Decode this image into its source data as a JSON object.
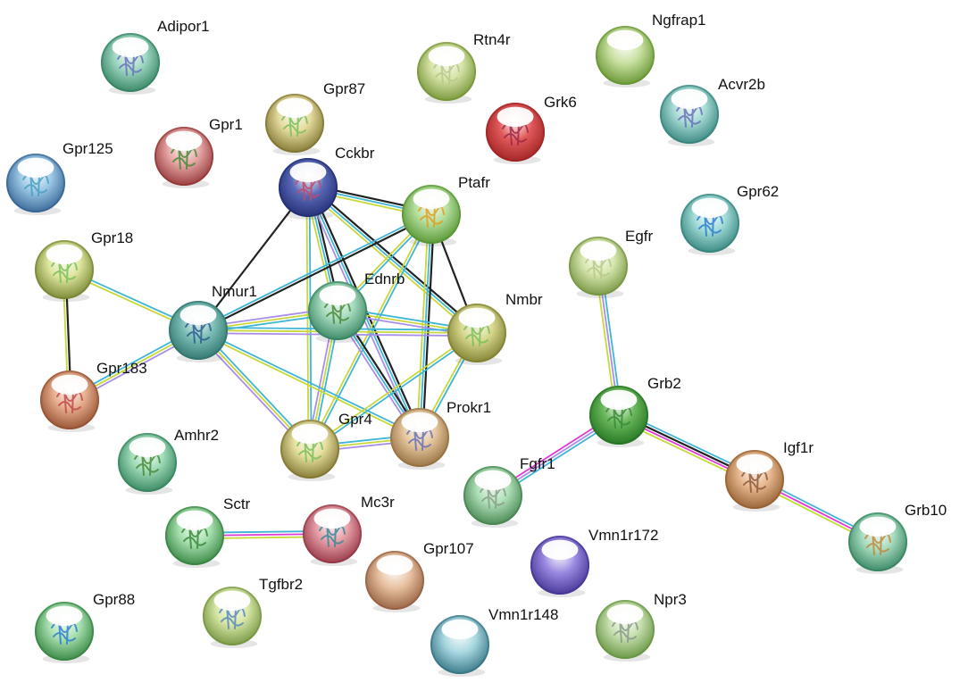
{
  "network": {
    "nodes": [
      {
        "id": "Adipor1",
        "label": "Adipor1",
        "color": "#9fd8c3",
        "rim": "#2e7d5b",
        "protein": true,
        "protein_color": "#6a72b8"
      },
      {
        "id": "Rtn4r",
        "label": "Rtn4r",
        "color": "#d6e4a8",
        "rim": "#6f8f2f",
        "protein": true,
        "protein_color": "#b9c98a"
      },
      {
        "id": "Ngfrap1",
        "label": "Ngfrap1",
        "color": "#c8e0a0",
        "rim": "#5f8f2a",
        "protein": false,
        "protein_color": "#a5c870"
      },
      {
        "id": "Gpr87",
        "label": "Gpr87",
        "color": "#e6dca0",
        "rim": "#7a6f2a",
        "protein": true,
        "protein_color": "#7bbf5a"
      },
      {
        "id": "Grk6",
        "label": "Grk6",
        "color": "#e25a5a",
        "rim": "#9b1f1f",
        "protein": true,
        "protein_color": "#9b2a4a"
      },
      {
        "id": "Acvr2b",
        "label": "Acvr2b",
        "color": "#a9dcd6",
        "rim": "#2f7f78",
        "protein": true,
        "protein_color": "#6a72b8"
      },
      {
        "id": "Gpr1",
        "label": "Gpr1",
        "color": "#e8a8a8",
        "rim": "#8f3030",
        "protein": true,
        "protein_color": "#4a8a3a"
      },
      {
        "id": "Gpr125",
        "label": "Gpr125",
        "color": "#9cc8e6",
        "rim": "#2f5f8f",
        "protein": true,
        "protein_color": "#4aa0c0"
      },
      {
        "id": "Cckbr",
        "label": "Cckbr",
        "color": "#5a6ab8",
        "rim": "#1f2a6f",
        "protein": true,
        "protein_color": "#c04a6a"
      },
      {
        "id": "Ptafr",
        "label": "Ptafr",
        "color": "#b6e0a0",
        "rim": "#4f8f2a",
        "protein": true,
        "protein_color": "#e0a020"
      },
      {
        "id": "Gpr62",
        "label": "Gpr62",
        "color": "#a3dcd8",
        "rim": "#2f7f78",
        "protein": true,
        "protein_color": "#2f7fd0"
      },
      {
        "id": "Gpr18",
        "label": "Gpr18",
        "color": "#dfe6a0",
        "rim": "#6f7f2a",
        "protein": true,
        "protein_color": "#7bbf5a"
      },
      {
        "id": "Egfr",
        "label": "Egfr",
        "color": "#d8e8b0",
        "rim": "#6f8f3a",
        "protein": true,
        "protein_color": "#b9c98a"
      },
      {
        "id": "Nmur1",
        "label": "Nmur1",
        "color": "#7ec0b8",
        "rim": "#2a6f68",
        "protein": true,
        "protein_color": "#2a5f8f"
      },
      {
        "id": "Ednrb",
        "label": "Ednrb",
        "color": "#a8dcc0",
        "rim": "#2f7f5a",
        "protein": true,
        "protein_color": "#4a8a3a"
      },
      {
        "id": "Nmbr",
        "label": "Nmbr",
        "color": "#d8d890",
        "rim": "#7a7a2a",
        "protein": true,
        "protein_color": "#7bbf5a"
      },
      {
        "id": "Gpr183",
        "label": "Gpr183",
        "color": "#e8b090",
        "rim": "#8f4a2a",
        "protein": true,
        "protein_color": "#c04a4a"
      },
      {
        "id": "Grb2",
        "label": "Grb2",
        "color": "#6ab85a",
        "rim": "#1f6f1f",
        "protein": true,
        "protein_color": "#3a8a3a"
      },
      {
        "id": "Amhr2",
        "label": "Amhr2",
        "color": "#a0dcb8",
        "rim": "#2f7f5a",
        "protein": true,
        "protein_color": "#4a8a3a"
      },
      {
        "id": "Gpr4",
        "label": "Gpr4",
        "color": "#e6e0a0",
        "rim": "#7a6f2a",
        "protein": true,
        "protein_color": "#7bbf5a"
      },
      {
        "id": "Prokr1",
        "label": "Prokr1",
        "color": "#e8c8a0",
        "rim": "#8f6a3a",
        "protein": true,
        "protein_color": "#6a72b8"
      },
      {
        "id": "Igf1r",
        "label": "Igf1r",
        "color": "#e8b890",
        "rim": "#8f5a2a",
        "protein": true,
        "protein_color": "#8f5a3a"
      },
      {
        "id": "Fgfr1",
        "label": "Fgfr1",
        "color": "#b0e0b8",
        "rim": "#3f7f4a",
        "protein": true,
        "protein_color": "#8aa08a"
      },
      {
        "id": "Sctr",
        "label": "Sctr",
        "color": "#a8e0b0",
        "rim": "#2f7f3a",
        "protein": true,
        "protein_color": "#3a8a3a"
      },
      {
        "id": "Mc3r",
        "label": "Mc3r",
        "color": "#e8a0a8",
        "rim": "#8f3040",
        "protein": true,
        "protein_color": "#3a8a9a"
      },
      {
        "id": "Grb10",
        "label": "Grb10",
        "color": "#a8dcc0",
        "rim": "#2f7f5a",
        "protein": true,
        "protein_color": "#c08a3a"
      },
      {
        "id": "Vmn1r172",
        "label": "Vmn1r172",
        "color": "#9a88e0",
        "rim": "#3f2f8f",
        "protein": false,
        "protein_color": "#6a5ab8"
      },
      {
        "id": "Gpr107",
        "label": "Gpr107",
        "color": "#e8c0a0",
        "rim": "#8f5a3a",
        "protein": false,
        "protein_color": "#c08a6a"
      },
      {
        "id": "Gpr88",
        "label": "Gpr88",
        "color": "#a8e0b0",
        "rim": "#2f7f3a",
        "protein": true,
        "protein_color": "#2f7fd0"
      },
      {
        "id": "Tgfbr2",
        "label": "Tgfbr2",
        "color": "#d8e8a8",
        "rim": "#6f8f3a",
        "protein": true,
        "protein_color": "#5a8ab8"
      },
      {
        "id": "Vmn1r148",
        "label": "Vmn1r148",
        "color": "#a8d8e0",
        "rim": "#2f6f7f",
        "protein": false,
        "protein_color": "#6aa0b0"
      },
      {
        "id": "Npr3",
        "label": "Npr3",
        "color": "#c8e0b0",
        "rim": "#5f8f3a",
        "protein": true,
        "protein_color": "#8a9a8a"
      }
    ],
    "edge_palette": {
      "database": "#3fb6d6",
      "experimental": "#a88ee8",
      "textmining": "#c8d83a",
      "coexpression": "#222222",
      "fusion": "#e03ad6"
    },
    "edges": [
      {
        "a": "Cckbr",
        "b": "Ptafr",
        "types": [
          "coexpression",
          "database",
          "textmining"
        ]
      },
      {
        "a": "Cckbr",
        "b": "Nmur1",
        "types": [
          "coexpression"
        ]
      },
      {
        "a": "Cckbr",
        "b": "Ednrb",
        "types": [
          "coexpression",
          "database",
          "textmining"
        ]
      },
      {
        "a": "Cckbr",
        "b": "Nmbr",
        "types": [
          "coexpression",
          "database",
          "textmining"
        ]
      },
      {
        "a": "Cckbr",
        "b": "Gpr4",
        "types": [
          "database",
          "textmining"
        ]
      },
      {
        "a": "Cckbr",
        "b": "Prokr1",
        "types": [
          "coexpression",
          "database",
          "experimental"
        ]
      },
      {
        "a": "Ptafr",
        "b": "Nmur1",
        "types": [
          "coexpression",
          "database"
        ]
      },
      {
        "a": "Ptafr",
        "b": "Ednrb",
        "types": [
          "database",
          "textmining"
        ]
      },
      {
        "a": "Ptafr",
        "b": "Nmbr",
        "types": [
          "coexpression"
        ]
      },
      {
        "a": "Ptafr",
        "b": "Gpr4",
        "types": [
          "database",
          "textmining"
        ]
      },
      {
        "a": "Ptafr",
        "b": "Prokr1",
        "types": [
          "coexpression",
          "database",
          "textmining"
        ]
      },
      {
        "a": "Ednrb",
        "b": "Nmur1",
        "types": [
          "database",
          "textmining",
          "experimental"
        ]
      },
      {
        "a": "Ednrb",
        "b": "Nmbr",
        "types": [
          "database",
          "textmining",
          "experimental"
        ]
      },
      {
        "a": "Ednrb",
        "b": "Gpr4",
        "types": [
          "database",
          "textmining",
          "experimental"
        ]
      },
      {
        "a": "Ednrb",
        "b": "Prokr1",
        "types": [
          "coexpression",
          "database",
          "experimental"
        ]
      },
      {
        "a": "Nmur1",
        "b": "Nmbr",
        "types": [
          "database",
          "textmining",
          "experimental"
        ]
      },
      {
        "a": "Nmur1",
        "b": "Gpr4",
        "types": [
          "database",
          "textmining",
          "experimental"
        ]
      },
      {
        "a": "Nmur1",
        "b": "Prokr1",
        "types": [
          "database",
          "textmining"
        ]
      },
      {
        "a": "Nmbr",
        "b": "Gpr4",
        "types": [
          "database",
          "textmining"
        ]
      },
      {
        "a": "Nmbr",
        "b": "Prokr1",
        "types": [
          "database",
          "textmining"
        ]
      },
      {
        "a": "Gpr4",
        "b": "Prokr1",
        "types": [
          "database",
          "textmining",
          "experimental"
        ]
      },
      {
        "a": "Gpr18",
        "b": "Nmur1",
        "types": [
          "database",
          "textmining"
        ]
      },
      {
        "a": "Gpr18",
        "b": "Gpr183",
        "types": [
          "coexpression",
          "textmining"
        ]
      },
      {
        "a": "Gpr183",
        "b": "Nmur1",
        "types": [
          "database",
          "textmining",
          "experimental"
        ]
      },
      {
        "a": "Egfr",
        "b": "Grb2",
        "types": [
          "database",
          "experimental",
          "textmining"
        ]
      },
      {
        "a": "Grb2",
        "b": "Fgfr1",
        "types": [
          "database",
          "experimental",
          "fusion"
        ]
      },
      {
        "a": "Grb2",
        "b": "Igf1r",
        "types": [
          "database",
          "coexpression",
          "fusion",
          "textmining"
        ]
      },
      {
        "a": "Igf1r",
        "b": "Grb10",
        "types": [
          "database",
          "fusion",
          "textmining"
        ]
      },
      {
        "a": "Sctr",
        "b": "Mc3r",
        "types": [
          "database",
          "fusion",
          "textmining"
        ]
      }
    ]
  }
}
